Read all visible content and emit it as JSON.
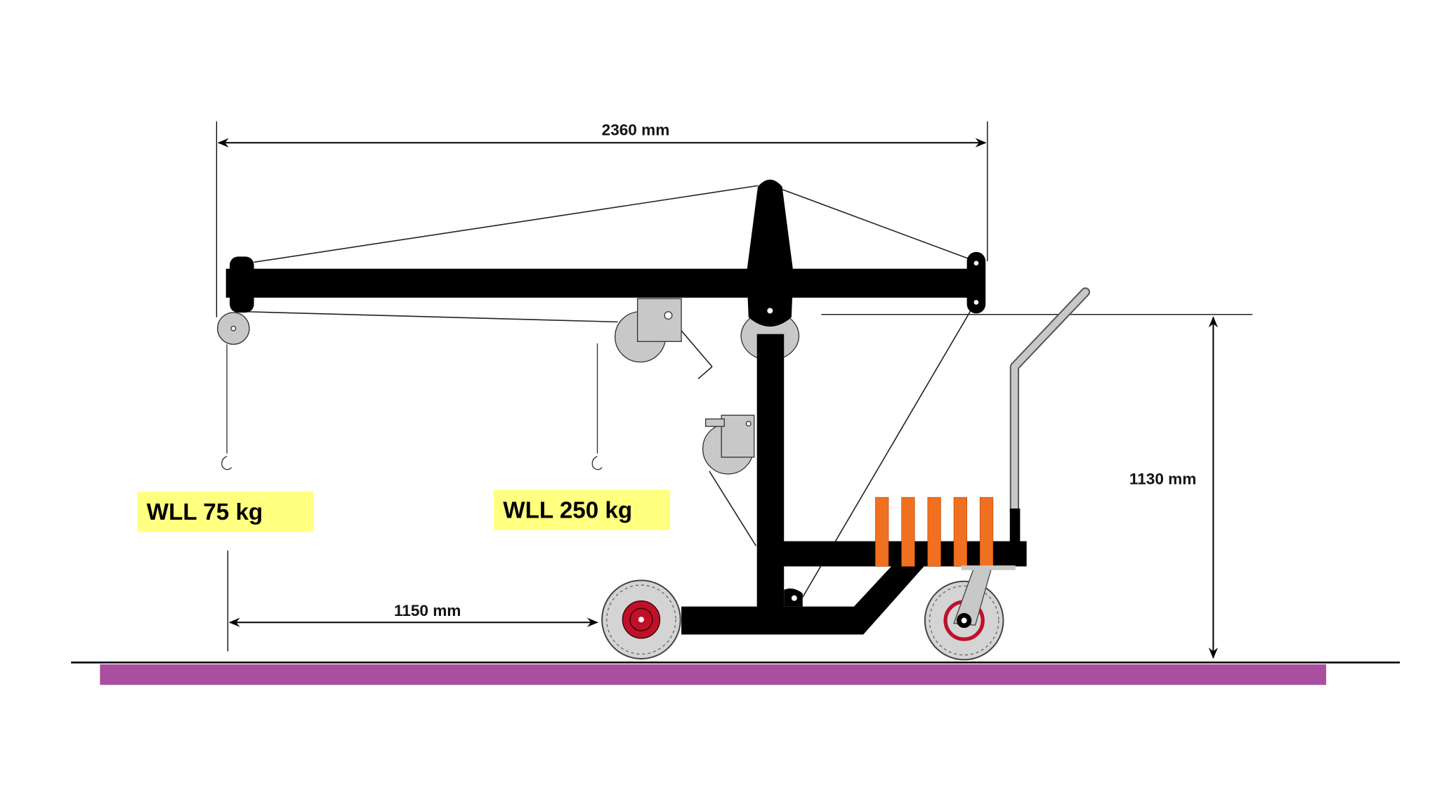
{
  "dimensions": {
    "boom_length": "2360 mm",
    "height": "1130 mm",
    "reach": "1150 mm"
  },
  "labels": {
    "wll_outer": "WLL 75 kg",
    "wll_inner": "WLL 250 kg"
  },
  "colors": {
    "frame": "#000000",
    "pulley": "#c8c8c8",
    "counterweight": "#f07020",
    "label_bg": "#ffff80",
    "ground": "#a84f9e",
    "hub": "#c0102a"
  }
}
